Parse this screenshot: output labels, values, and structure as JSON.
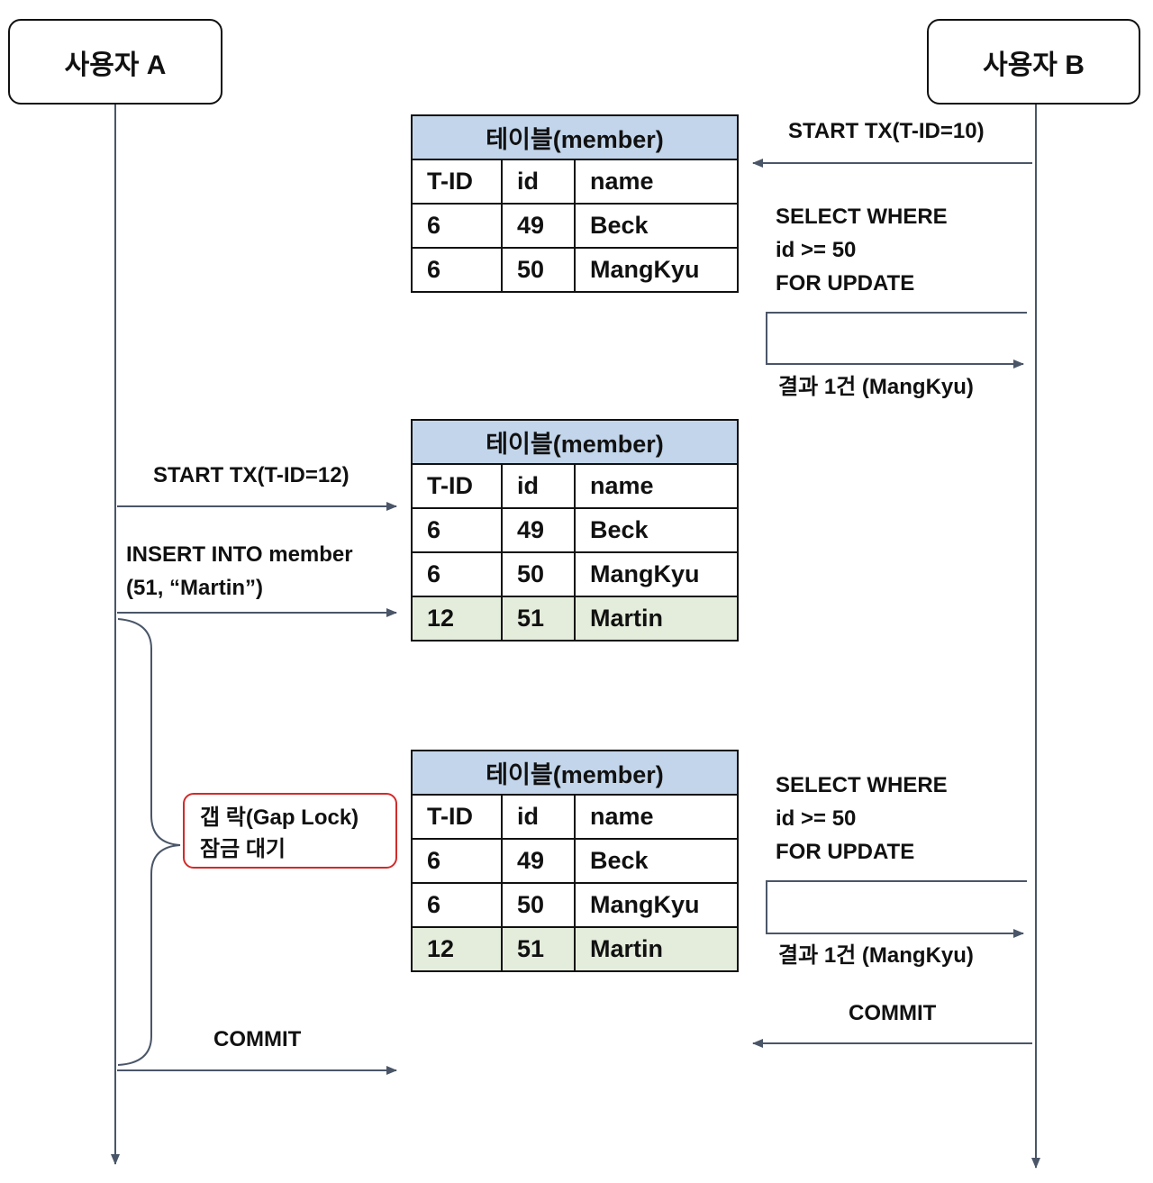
{
  "actors": {
    "a": "사용자 A",
    "b": "사용자 B"
  },
  "table": {
    "title": "테이블(member)",
    "headers": [
      "T-ID",
      "id",
      "name"
    ]
  },
  "tables": [
    {
      "rows": [
        [
          "6",
          "49",
          "Beck"
        ],
        [
          "6",
          "50",
          "MangKyu"
        ]
      ]
    },
    {
      "rows": [
        [
          "6",
          "49",
          "Beck"
        ],
        [
          "6",
          "50",
          "MangKyu"
        ],
        [
          "12",
          "51",
          "Martin"
        ]
      ],
      "highlighted_row": 2
    },
    {
      "rows": [
        [
          "6",
          "49",
          "Beck"
        ],
        [
          "6",
          "50",
          "MangKyu"
        ],
        [
          "12",
          "51",
          "Martin"
        ]
      ],
      "highlighted_row": 2
    }
  ],
  "user_b": {
    "start_tx": "START TX(T-ID=10)",
    "select1": [
      "SELECT WHERE",
      "id >= 50",
      "FOR UPDATE"
    ],
    "result1": "결과 1건 (MangKyu)",
    "select2": [
      "SELECT WHERE",
      "id >= 50",
      "FOR UPDATE"
    ],
    "result2": "결과 1건 (MangKyu)",
    "commit": "COMMIT"
  },
  "user_a": {
    "start_tx": "START TX(T-ID=12)",
    "insert": [
      "INSERT INTO member",
      "(51, “Martin”)"
    ],
    "commit": "COMMIT"
  },
  "gap_note": [
    "갭 락(Gap Lock)",
    "잠금 대기"
  ],
  "colors": {
    "header": "#c2d5ea",
    "highlight": "#e4eddb",
    "note_border": "#d32a2a",
    "arrow": "#4a5668"
  }
}
